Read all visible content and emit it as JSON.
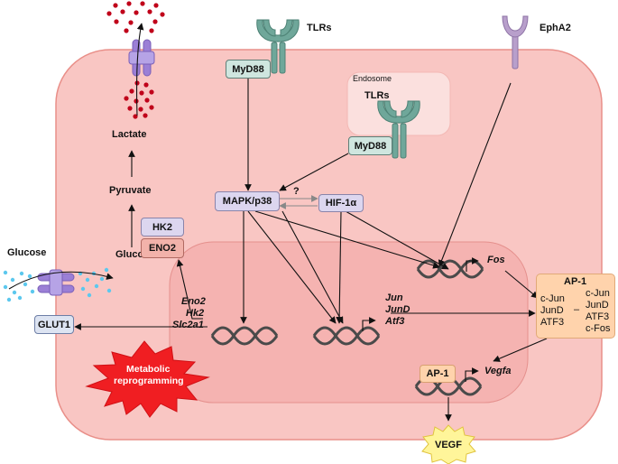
{
  "receptors": {
    "tlrs_top": "TLRs",
    "epha2": "EphA2",
    "endosome_title": "Endosome",
    "tlrs_endosome": "TLRs"
  },
  "adaptors": {
    "myd88_top": "MyD88",
    "myd88_endosome": "MyD88"
  },
  "signaling": {
    "mapk": "MAPK/p38",
    "question": "?",
    "hif": "HIF-1α"
  },
  "metabolism": {
    "lactate": "Lactate",
    "pyruvate": "Pyruvate",
    "glucose_in": "Glucose",
    "glucose_out": "Glucose",
    "hk2": "HK2",
    "eno2": "ENO2",
    "glut1": "GLUT1"
  },
  "genes": {
    "eno2": "Eno2",
    "hk2": "Hk2",
    "slc2a1": "Slc2a1",
    "jun": "Jun",
    "jund": "JunD",
    "atf3": "Atf3",
    "fos": "Fos",
    "vegfa": "Vegfa"
  },
  "ap1_complex": {
    "title": "AP-1",
    "left": [
      "c-Jun",
      "JunD",
      "ATF3"
    ],
    "dash": "–",
    "right": [
      "c-Jun",
      "JunD",
      "ATF3",
      "c-Fos"
    ]
  },
  "ap1_small": "AP-1",
  "vegf": "VEGF",
  "burst": [
    "Metabolic",
    "reprogramming"
  ],
  "colors": {
    "cell_fill": "#f9c6c3",
    "cell_stroke": "#e98f89",
    "nucleus_fill": "#f5b3b1",
    "endosome_fill": "#fbe0de",
    "receptor_teal": "#6fa79a",
    "receptor_purple": "#b89fcb",
    "transporter_purple": "#9b7fd6",
    "dot_red": "#c0001a",
    "dot_blue": "#5cc8ee",
    "burst_red": "#f01e22",
    "vegf_yellow": "#fff59a",
    "dna": "#4a4a4a"
  }
}
